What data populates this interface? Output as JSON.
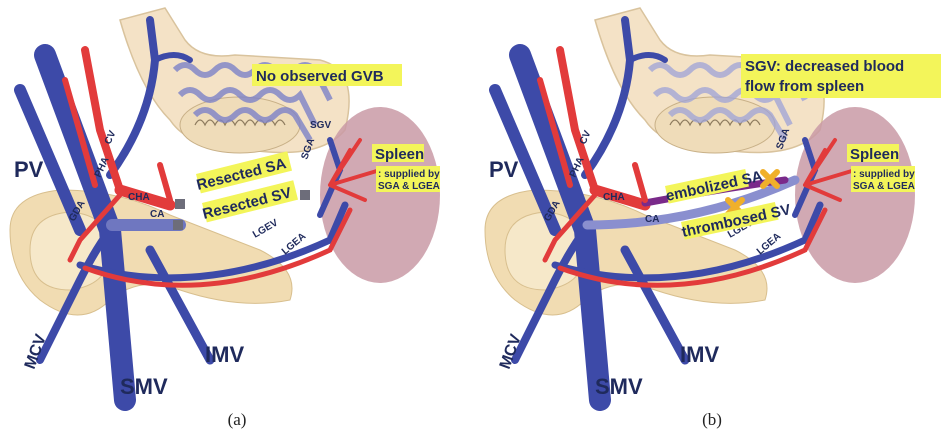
{
  "panel_a": {
    "caption": "(a)",
    "labels": {
      "pv": "PV",
      "cv": "CV",
      "pha": "PHA",
      "cha": "CHA",
      "ca": "CA",
      "gda": "GDA",
      "sgv": "SGV",
      "sga": "SGA",
      "lgev": "LGEV",
      "lgea": "LGEA",
      "mcv": "MCV",
      "smv": "SMV",
      "imv": "IMV"
    },
    "headline": "No observed GVB",
    "resected_sa": "Resected SA",
    "resected_sv": "Resected SV",
    "spleen_title": "Spleen",
    "spleen_note_1": ": supplied by",
    "spleen_note_2": "SGA & LGEA"
  },
  "panel_b": {
    "caption": "(b)",
    "labels": {
      "pv": "PV",
      "cv": "CV",
      "pha": "PHA",
      "cha": "CHA",
      "ca": "CA",
      "gda": "GDA",
      "sga": "SGA",
      "lgev": "LGEV",
      "lgea": "LGEA",
      "mcv": "MCV",
      "smv": "SMV",
      "imv": "IMV"
    },
    "headline_1": "SGV: decreased blood",
    "headline_2": "flow from spleen",
    "embolized_sa": "embolized SA",
    "thrombosed_sv": "thrombosed SV",
    "spleen_title": "Spleen",
    "spleen_note_1": ": supplied by",
    "spleen_note_2": "SGA & LGEA"
  },
  "colors": {
    "vein": "#3d4aa8",
    "artery": "#e23b3b",
    "stomach": "#f4e2c6",
    "spleen": "#c99aa6",
    "pancreas": "#f1dcb2",
    "highlight": "#f3f55a",
    "mark": "#f0b02a"
  }
}
